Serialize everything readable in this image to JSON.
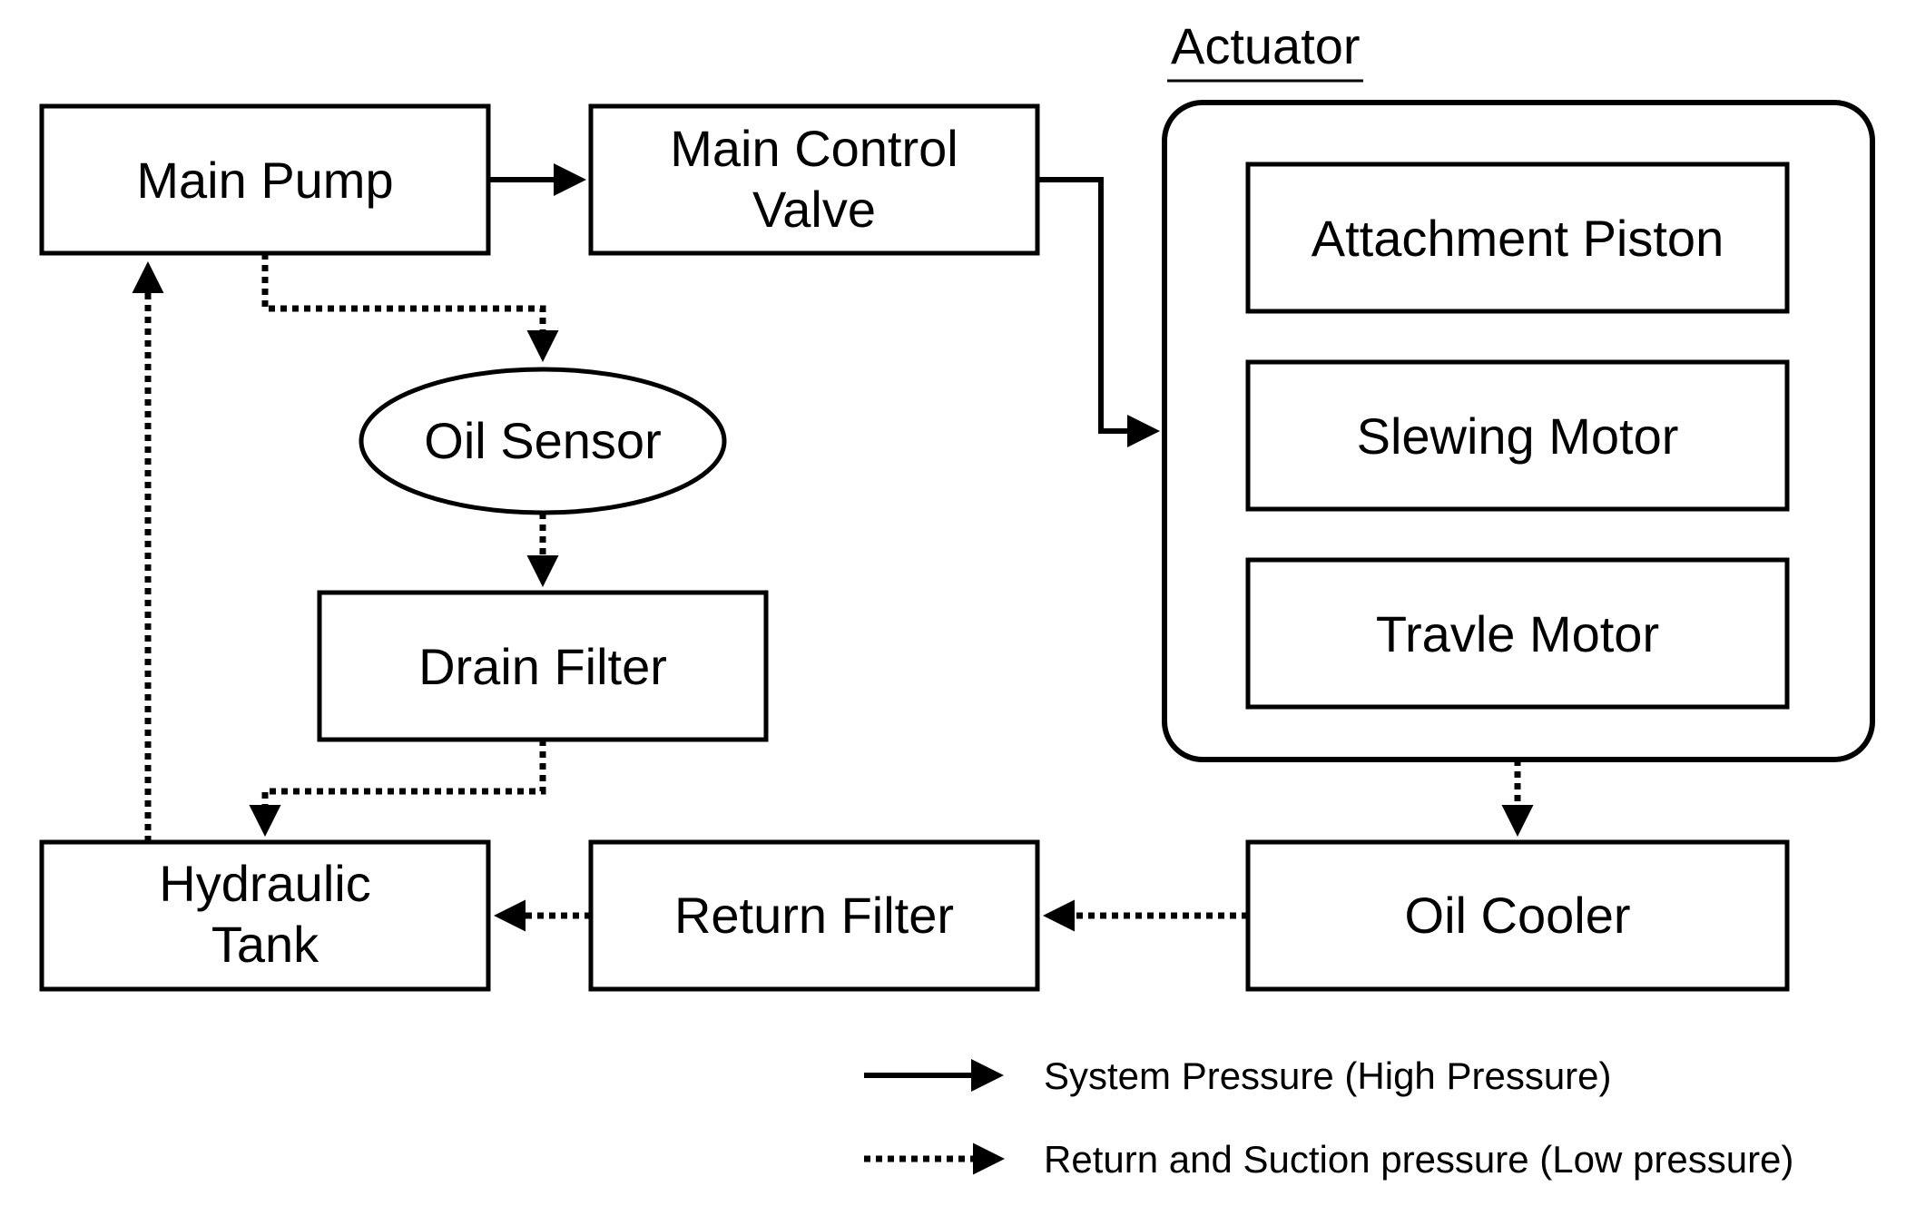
{
  "diagram": {
    "group": {
      "label": "Actuator"
    },
    "nodes": {
      "main_pump": "Main Pump",
      "main_control_valve": [
        "Main Control",
        "Valve"
      ],
      "oil_sensor": "Oil Sensor",
      "drain_filter": "Drain Filter",
      "hydraulic_tank": [
        "Hydraulic",
        "Tank"
      ],
      "return_filter": "Return Filter",
      "oil_cooler": "Oil Cooler",
      "attachment_piston": "Attachment Piston",
      "slewing_motor": "Slewing Motor",
      "travle_motor": "Travle Motor"
    },
    "legend": {
      "solid_label": "System Pressure (High Pressure)",
      "dotted_label": "Return and Suction pressure (Low pressure)"
    }
  },
  "colors": {
    "line": "#000000",
    "background": "#ffffff"
  }
}
